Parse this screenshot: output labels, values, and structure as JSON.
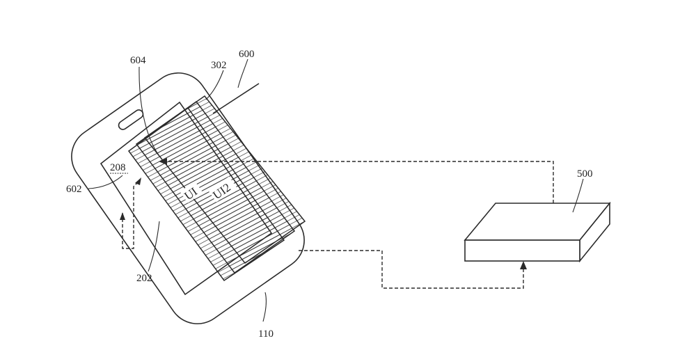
{
  "labels": {
    "ref_604": "604",
    "ref_302": "302",
    "ref_600": "600",
    "ref_208": "208",
    "ref_602": "602",
    "ref_202": "202",
    "ref_110": "110",
    "ref_500": "500",
    "ui_1": "UI",
    "ui_2": "UI2"
  },
  "colors": {
    "line": "#2a2a2a",
    "background": "#ffffff"
  }
}
